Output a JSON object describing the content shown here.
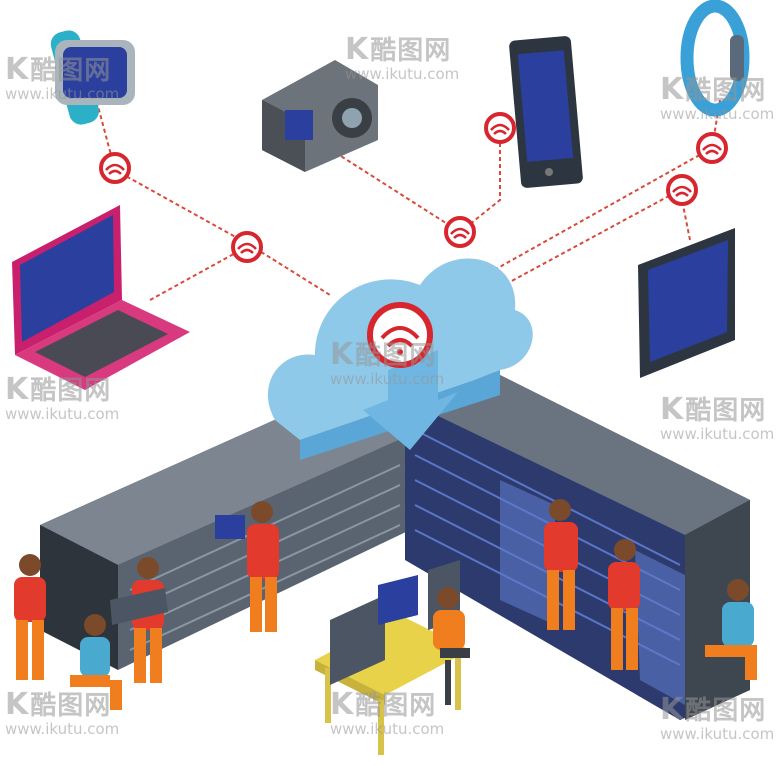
{
  "watermark": {
    "brand": "酷图网",
    "url": "www.ikutu.com",
    "logo": "K"
  },
  "colors": {
    "cloud": "#8fc9ea",
    "wifi_badge": "#d7262e",
    "connection_line": "#d84a3a",
    "rack": "#5a6470",
    "screen": "#2a3f9e",
    "worker_shirt": "#e23a2c",
    "worker_pants": "#f07d1e"
  },
  "icons": [
    "smartwatch-icon",
    "action-camera-icon",
    "smartphone-icon",
    "fitness-band-icon",
    "laptop-icon",
    "tablet-icon",
    "cloud-icon",
    "wifi-icon",
    "server-rack-icon",
    "technician-icon",
    "desk-icon"
  ]
}
